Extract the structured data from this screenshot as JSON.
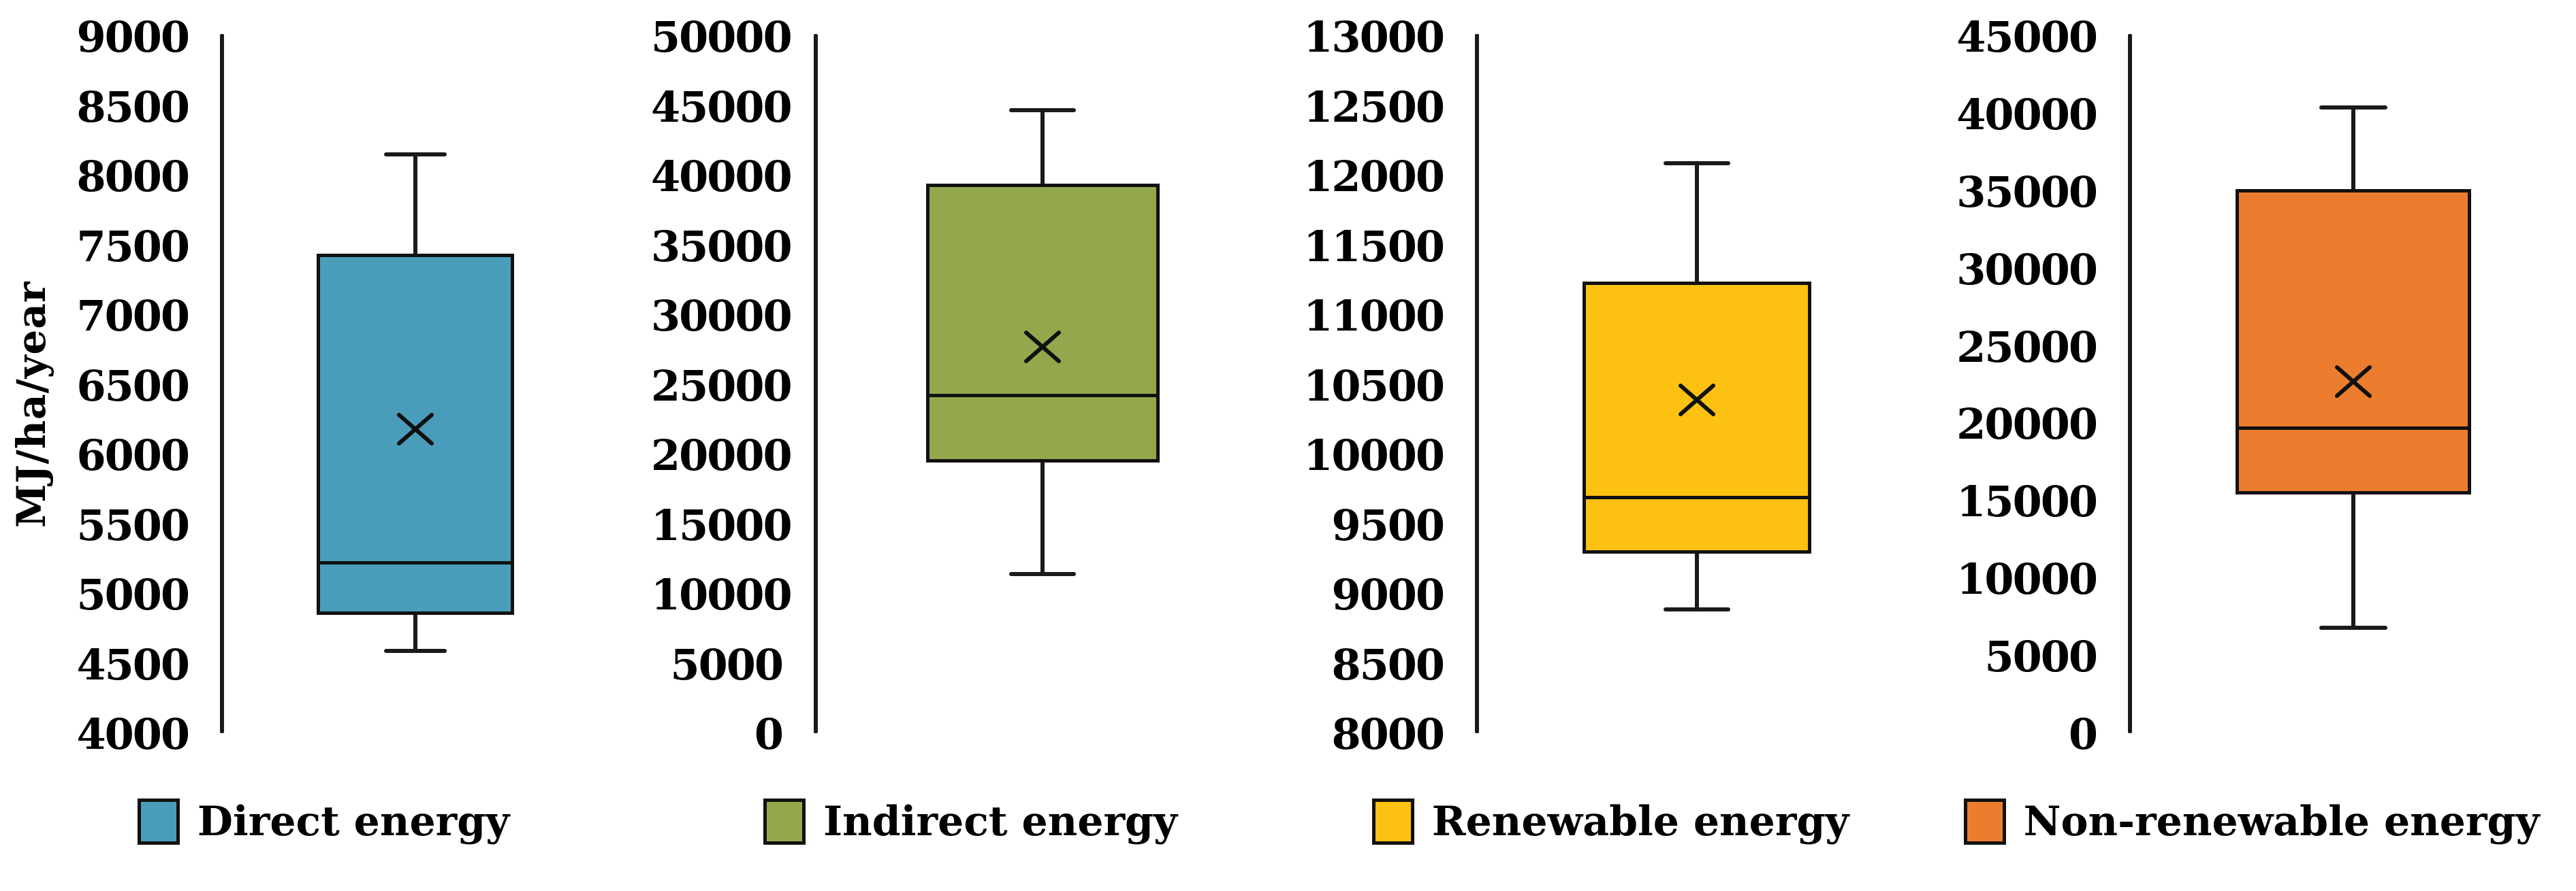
{
  "y_axis_label": "MJ/ha/year",
  "unit": "MJ/ha/year",
  "colors": {
    "direct_energy": "#4A9DBA",
    "indirect_energy": "#93A84D",
    "renewable_energy": "#FDC112",
    "non_renewable_energy": "#EC7D2F",
    "stroke": "#111111",
    "background": "#FFFFFF"
  },
  "chart_data": [
    {
      "type": "boxplot",
      "name": "Direct energy",
      "color": "#4A9DBA",
      "ylabel": "MJ/ha/year",
      "axis": {
        "min": 4000,
        "max": 9000,
        "step": 500
      },
      "tick_labels": [
        "9000",
        "8500",
        "8000",
        "7500",
        "7000",
        "6500",
        "6000",
        "5500",
        "5000",
        "4500",
        "4000"
      ],
      "stats": {
        "whisker_low": 4600,
        "q1": 4860,
        "median": 5230,
        "mean": 6190,
        "q3": 7450,
        "whisker_high": 8160
      }
    },
    {
      "type": "boxplot",
      "name": "Indirect energy",
      "color": "#93A84D",
      "ylabel": "MJ/ha/year",
      "axis": {
        "min": 0,
        "max": 50000,
        "step": 5000
      },
      "tick_labels": [
        "50000",
        "45000",
        "40000",
        "35000",
        "30000",
        "25000",
        "20000",
        "15000",
        "10000",
        "5000",
        "0"
      ],
      "stats": {
        "whisker_low": 11500,
        "q1": 19500,
        "median": 24300,
        "mean": 27800,
        "q3": 39500,
        "whisker_high": 44800
      }
    },
    {
      "type": "boxplot",
      "name": "Renewable energy",
      "color": "#FDC112",
      "ylabel": "MJ/ha/year",
      "axis": {
        "min": 8000,
        "max": 13000,
        "step": 500
      },
      "tick_labels": [
        "13000",
        "12500",
        "12000",
        "11500",
        "11000",
        "10500",
        "10000",
        "9500",
        "9000",
        "8500",
        "8000"
      ],
      "stats": {
        "whisker_low": 8900,
        "q1": 9300,
        "median": 9700,
        "mean": 10400,
        "q3": 11250,
        "whisker_high": 12100
      }
    },
    {
      "type": "boxplot",
      "name": "Non-renewable energy",
      "color": "#EC7D2F",
      "ylabel": "MJ/ha/year",
      "axis": {
        "min": 0,
        "max": 45000,
        "step": 5000
      },
      "tick_labels": [
        "45000",
        "40000",
        "35000",
        "30000",
        "25000",
        "20000",
        "15000",
        "10000",
        "5000",
        "0"
      ],
      "stats": {
        "whisker_low": 6900,
        "q1": 15500,
        "median": 19800,
        "mean": 22800,
        "q3": 35200,
        "whisker_high": 40500
      }
    }
  ],
  "layout_hints": {
    "legend_position": "bottom",
    "grid": false,
    "marker": "mean-x"
  }
}
